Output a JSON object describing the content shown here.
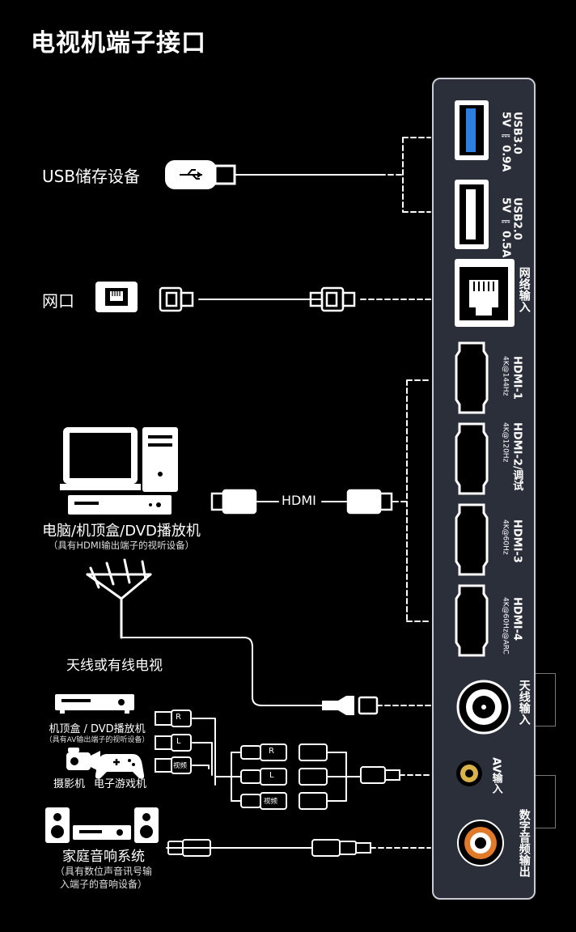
{
  "title": "电视机端子接口",
  "colors": {
    "background": "#000000",
    "panel": "#2b2f3a",
    "panel_border": "#c9ccd3",
    "usb3_blue": "#2e7de0",
    "av_gold": "#d9b24a",
    "optical_orange": "#e07a2a"
  },
  "left": {
    "usb_label": "USB储存设备",
    "net_label": "网口",
    "hdmi_cable_label": "HDMI",
    "pc_label": "电脑/机顶盒/DVD播放机",
    "pc_note": "（具有HDMI输出端子的视听设备）",
    "antenna_label": "天线或有线电视",
    "stb_label": "机顶盒 / DVD播放机",
    "stb_note": "（具有AV输出端子的视听设备）",
    "camera_label": "摄影机",
    "game_label": "电子游戏机",
    "audio_label": "家庭音响系统",
    "audio_note_1": "（具有数位声音讯号输",
    "audio_note_2": "入端子的音响设备）",
    "av_plugs": [
      "R",
      "L",
      "视频"
    ]
  },
  "ports": {
    "usb3_name": "USB3.0",
    "usb3_spec": "5V ⎓ 0.9A",
    "usb2_name": "USB2.0",
    "usb2_spec": "5V ⎓ 0.5A",
    "lan": "网络输入",
    "hdmi1": "HDMI-1",
    "hdmi1_spec": "4K@144Hz",
    "hdmi2": "HDMI-2/调试",
    "hdmi2_spec": "4K@120Hz",
    "hdmi3": "HDMI-3",
    "hdmi3_spec": "4K@60Hz",
    "hdmi4": "HDMI-4",
    "hdmi4_spec": "4K@60Hz@ARC",
    "antenna": "天线输入",
    "av": "AV输入",
    "optical": "数字音频输出"
  },
  "icons": [
    "usb-plug-icon",
    "lan-port-icon",
    "rj45-plug-icon",
    "computer-icon",
    "hdmi-plug-icon",
    "antenna-icon",
    "dvd-player-icon",
    "camcorder-icon",
    "gamepad-icon",
    "speaker-icon",
    "rca-plug-icon",
    "optical-plug-icon"
  ]
}
